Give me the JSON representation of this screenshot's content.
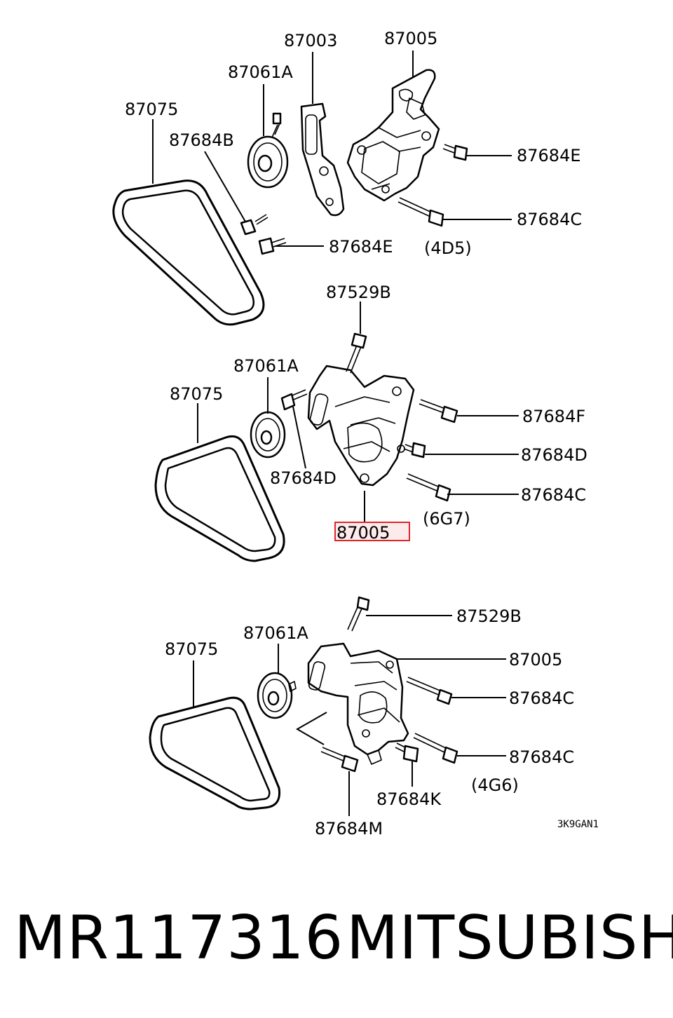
{
  "sections": [
    {
      "variant": "(4D5)",
      "labels": {
        "belt": "87075",
        "idler": "87061A",
        "idler_bolt": "87684B",
        "adjuster": "87003",
        "bracket": "87005",
        "bolt_upper_right": "87684E",
        "bolt_right": "87684C",
        "bolt_lower_left": "87684E"
      }
    },
    {
      "variant": "(6G7)",
      "labels": {
        "belt": "87075",
        "idler": "87061A",
        "idler_bolt": "87684D",
        "bracket_bolt_top": "87529B",
        "bracket": "87005",
        "bolt_right_1": "87684F",
        "bolt_right_2": "87684D",
        "bolt_right_3": "87684C"
      }
    },
    {
      "variant": "(4G6)",
      "labels": {
        "belt": "87075",
        "idler": "87061A",
        "bracket_bolt_top": "87529B",
        "bracket": "87005",
        "bolt_right_1": "87684C",
        "bolt_right_2": "87684C",
        "bolt_bottom_1": "87684K",
        "bolt_bottom_2": "87684M"
      }
    }
  ],
  "drawing_code": "3K9GAN1",
  "highlight_color": "#e0252b",
  "footer": {
    "part_number": "MR117316",
    "brand": "MITSUBISHI"
  }
}
